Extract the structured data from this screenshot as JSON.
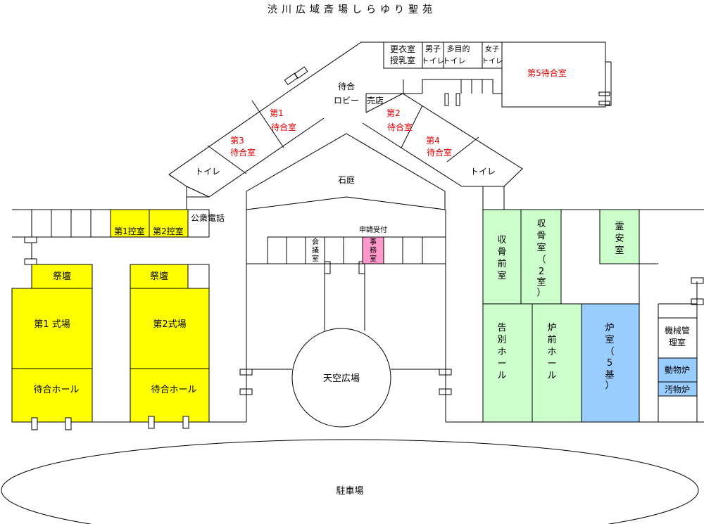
{
  "title": "渋川広域斎場しらゆり聖苑",
  "colors": {
    "yellow": "#ffff00",
    "green": "#ccffcc",
    "blue": "#99ccff",
    "pink": "#ff99cc",
    "red_text": "#e00000"
  },
  "rooms": {
    "changing": [
      "更衣室",
      "授乳室"
    ],
    "mens_toilet": [
      "男子",
      "トイレ"
    ],
    "multi_toilet": [
      "多目的",
      "トイレ"
    ],
    "womens_toilet": [
      "女子",
      "トイレ"
    ],
    "wait5": "第5待合室",
    "lobby": [
      "待合",
      "ロビー"
    ],
    "shop": "売店",
    "wait1": [
      "第1",
      "待合室"
    ],
    "wait2": [
      "第2",
      "待合室"
    ],
    "wait3": [
      "第3",
      "待合室"
    ],
    "wait4": [
      "第4",
      "待合室"
    ],
    "toilet_left": "トイレ",
    "toilet_right": "トイレ",
    "garden": "石庭",
    "ctrl1": "第1控室",
    "ctrl2": "第2控室",
    "phone": "公衆電話",
    "altar1": "祭壇",
    "altar2": "祭壇",
    "hall1": "第1 式場",
    "hall2": "第2式場",
    "waithall1": "待合ホール",
    "waithall2": "待合ホール",
    "meeting": [
      "会",
      "議",
      "室"
    ],
    "reception": "申請受付",
    "office": [
      "事",
      "務",
      "室"
    ],
    "plaza": "天空広場",
    "bone_front": [
      "収",
      "骨",
      "前",
      "室"
    ],
    "bone_room": [
      "収",
      "骨",
      "室",
      "（",
      "2",
      "室",
      "）"
    ],
    "spirit": [
      "霊",
      "安",
      "室"
    ],
    "farewell": [
      "告",
      "別",
      "ホ",
      "ー",
      "ル"
    ],
    "furnace_front": [
      "炉",
      "前",
      "ホ",
      "ー",
      "ル"
    ],
    "furnace": [
      "炉",
      "室",
      "（",
      "5",
      "基",
      "）"
    ],
    "machine": [
      "機械管",
      "理室"
    ],
    "animal": "動物炉",
    "waste": "汚物炉",
    "parking": "駐車場"
  }
}
